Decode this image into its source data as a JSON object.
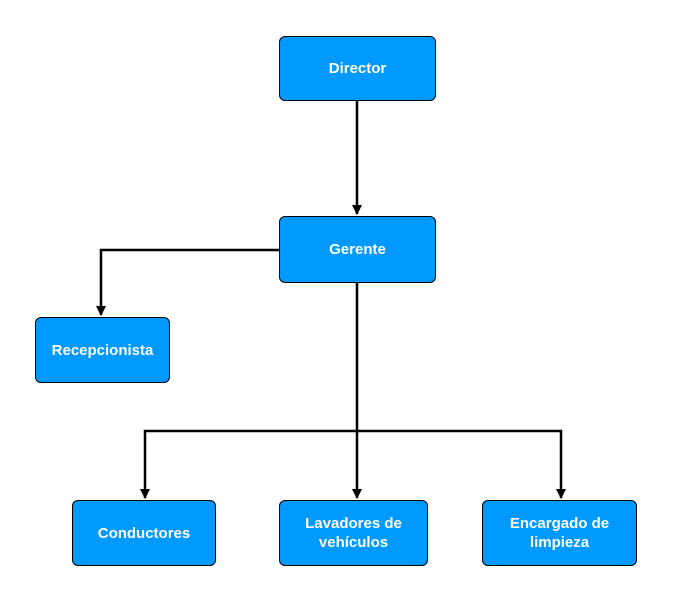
{
  "colors": {
    "node_fill": "#0099ff",
    "node_border": "#000000",
    "node_text": "#ffffff",
    "connector": "#000000"
  },
  "nodes": {
    "director": {
      "label": "Director"
    },
    "gerente": {
      "label": "Gerente"
    },
    "recepcionista": {
      "label": "Recepcionista"
    },
    "conductores": {
      "label": "Conductores"
    },
    "lavadores": {
      "label": "Lavadores de vehículos"
    },
    "limpieza": {
      "label": "Encargado de limpieza"
    }
  },
  "edges": [
    {
      "from": "director",
      "to": "gerente"
    },
    {
      "from": "gerente",
      "to": "recepcionista"
    },
    {
      "from": "gerente",
      "to": "conductores"
    },
    {
      "from": "gerente",
      "to": "lavadores"
    },
    {
      "from": "gerente",
      "to": "limpieza"
    }
  ]
}
